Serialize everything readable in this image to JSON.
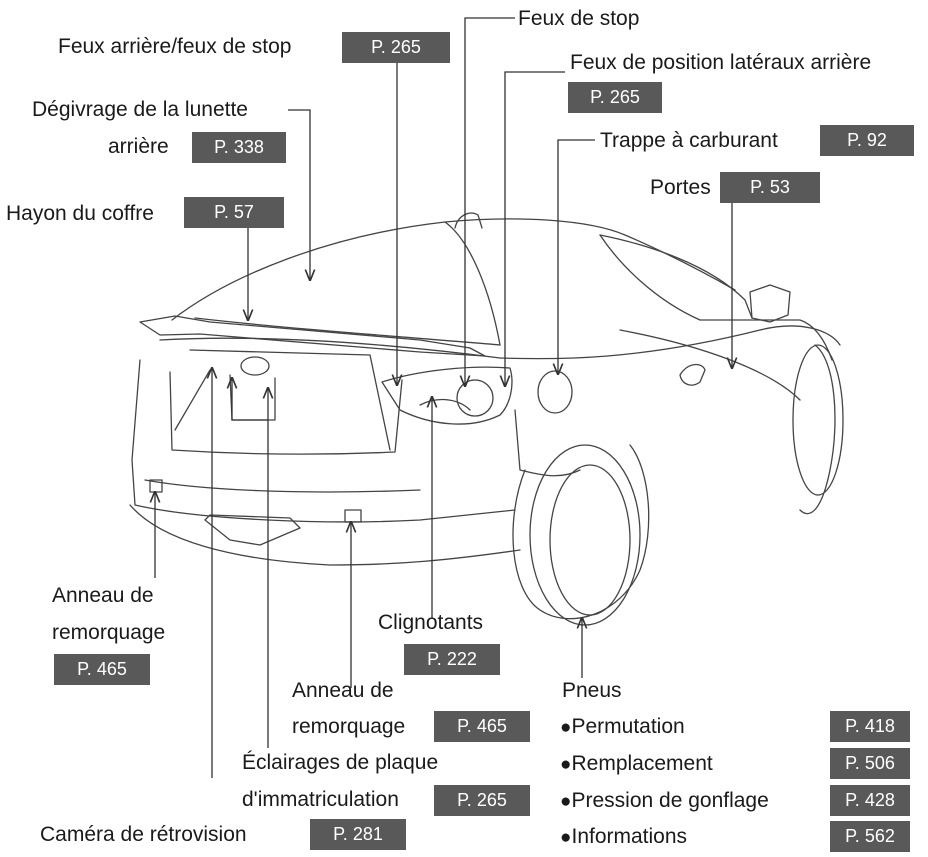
{
  "labels": {
    "tail_lights": "Feux arrière/feux de stop",
    "stop_light": "Feux de stop",
    "side_markers": "Feux de position latéraux arrière",
    "defogger_1": "Dégivrage de la lunette",
    "defogger_2": "arrière",
    "fuel_door": "Trappe à carburant",
    "doors": "Portes",
    "trunk": "Hayon du coffre",
    "towing_left_1": "Anneau de",
    "towing_left_2": "remorquage",
    "turn_signals": "Clignotants",
    "towing_right_1": "Anneau de",
    "towing_right_2": "remorquage",
    "plate_lights_1": "Éclairages de plaque",
    "plate_lights_2": "d'immatriculation",
    "camera": "Caméra de rétrovision",
    "tires": "Pneus",
    "rotation": "Permutation",
    "replacement": "Remplacement",
    "pressure": "Pression de gonflage",
    "information": "Informations",
    "bullet": "●"
  },
  "pages": {
    "tail_lights": "P. 265",
    "side_markers": "P. 265",
    "defogger": "P. 338",
    "fuel_door": "P. 92",
    "doors": "P. 53",
    "trunk": "P. 57",
    "towing_left": "P. 465",
    "turn_signals": "P. 222",
    "towing_right": "P. 465",
    "plate_lights": "P. 265",
    "camera": "P. 281",
    "rotation": "P. 418",
    "replacement": "P. 506",
    "pressure": "P. 428",
    "information": "P. 562"
  },
  "colors": {
    "badge": "#595959",
    "line": "#333333"
  }
}
